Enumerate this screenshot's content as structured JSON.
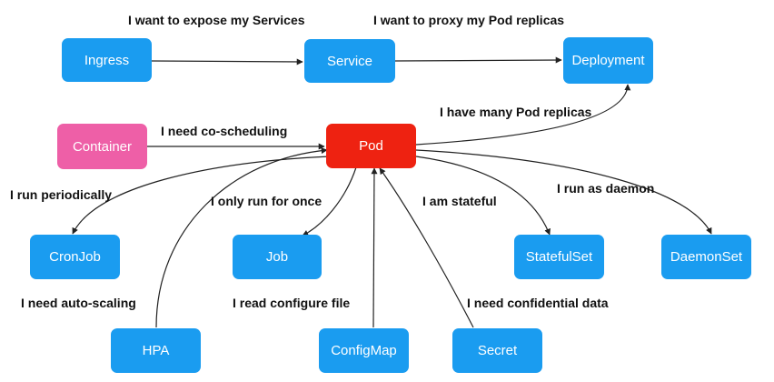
{
  "colors": {
    "resource": "#1a9cf0",
    "pod": "#ee2211",
    "container": "#ee5fa7",
    "edge": "#222222"
  },
  "nodes": {
    "ingress": {
      "label": "Ingress"
    },
    "service": {
      "label": "Service"
    },
    "deployment": {
      "label": "Deployment"
    },
    "container": {
      "label": "Container"
    },
    "pod": {
      "label": "Pod"
    },
    "cronjob": {
      "label": "CronJob"
    },
    "job": {
      "label": "Job"
    },
    "statefulset": {
      "label": "StatefulSet"
    },
    "daemonset": {
      "label": "DaemonSet"
    },
    "hpa": {
      "label": "HPA"
    },
    "configmap": {
      "label": "ConfigMap"
    },
    "secret": {
      "label": "Secret"
    }
  },
  "edge_labels": {
    "expose_services": "I want to expose my Services",
    "proxy_replicas": "I want to proxy my Pod replicas",
    "many_replicas": "I have many Pod replicas",
    "co_scheduling": "I need co-scheduling",
    "run_periodically": "I run periodically",
    "run_once": "I only run for once",
    "stateful": "I am stateful",
    "daemon": "I run as daemon",
    "auto_scaling": "I need auto-scaling",
    "configure_file": "I read configure file",
    "confidential": "I need confidential data"
  }
}
